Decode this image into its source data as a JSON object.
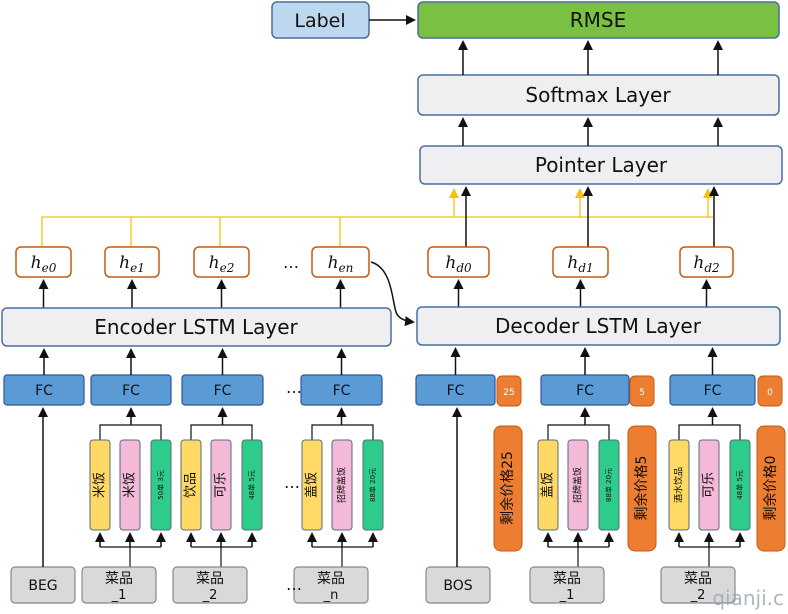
{
  "top": {
    "label": "Label",
    "rmse": "RMSE",
    "softmax": "Softmax Layer",
    "pointer": "Pointer Layer"
  },
  "layers": {
    "encoder": "Encoder LSTM Layer",
    "decoder": "Decoder LSTM Layer",
    "fc": "FC"
  },
  "hidden": {
    "encoder": [
      {
        "base": "h",
        "sub": "e0"
      },
      {
        "base": "h",
        "sub": "e1"
      },
      {
        "base": "h",
        "sub": "e2"
      },
      {
        "base": "h",
        "sub": "en"
      }
    ],
    "decoder": [
      {
        "base": "h",
        "sub": "d0"
      },
      {
        "base": "h",
        "sub": "d1"
      },
      {
        "base": "h",
        "sub": "d2"
      }
    ]
  },
  "ellipsis": "…",
  "encoder_inputs": {
    "start": "BEG",
    "dishes": [
      {
        "label": "菜品_1",
        "features": [
          "米饭",
          "米饭",
          "50单 3元"
        ]
      },
      {
        "label": "菜品_2",
        "features": [
          "饮品",
          "可乐",
          "48单 5元"
        ]
      },
      {
        "label": "菜品_n",
        "features": [
          "盖饭",
          "招牌盖饭",
          "88单 20元"
        ]
      }
    ]
  },
  "decoder_inputs": {
    "start": "BOS",
    "dishes": [
      {
        "label": "菜品_1",
        "features": [
          "盖饭",
          "招牌盖饭",
          "88单 20元"
        ]
      },
      {
        "label": "菜品_2",
        "features": [
          "酒水饮品",
          "可乐",
          "48单 5元"
        ]
      }
    ],
    "budgets": [
      {
        "value": "25",
        "label": "剩余价格25"
      },
      {
        "value": "5",
        "label": "剩余价格5"
      },
      {
        "value": "0",
        "label": "剩余价格0"
      }
    ]
  },
  "watermark": "qianji.c",
  "colors": {
    "gray_box": "#efeff1",
    "gray_border": "#4a6fa0",
    "fc_blue": "#5b9bd5",
    "label_blue": "#bdd7ee",
    "rmse_green": "#7ac143",
    "feat_yellow": "#ffd966",
    "feat_pink": "#f4b8d8",
    "feat_green": "#2ecc8a",
    "budget_orange": "#ed7d31",
    "hidden_border": "#c55a11",
    "attention_yellow": "#f4c20d",
    "input_gray": "#d9d9d9"
  }
}
